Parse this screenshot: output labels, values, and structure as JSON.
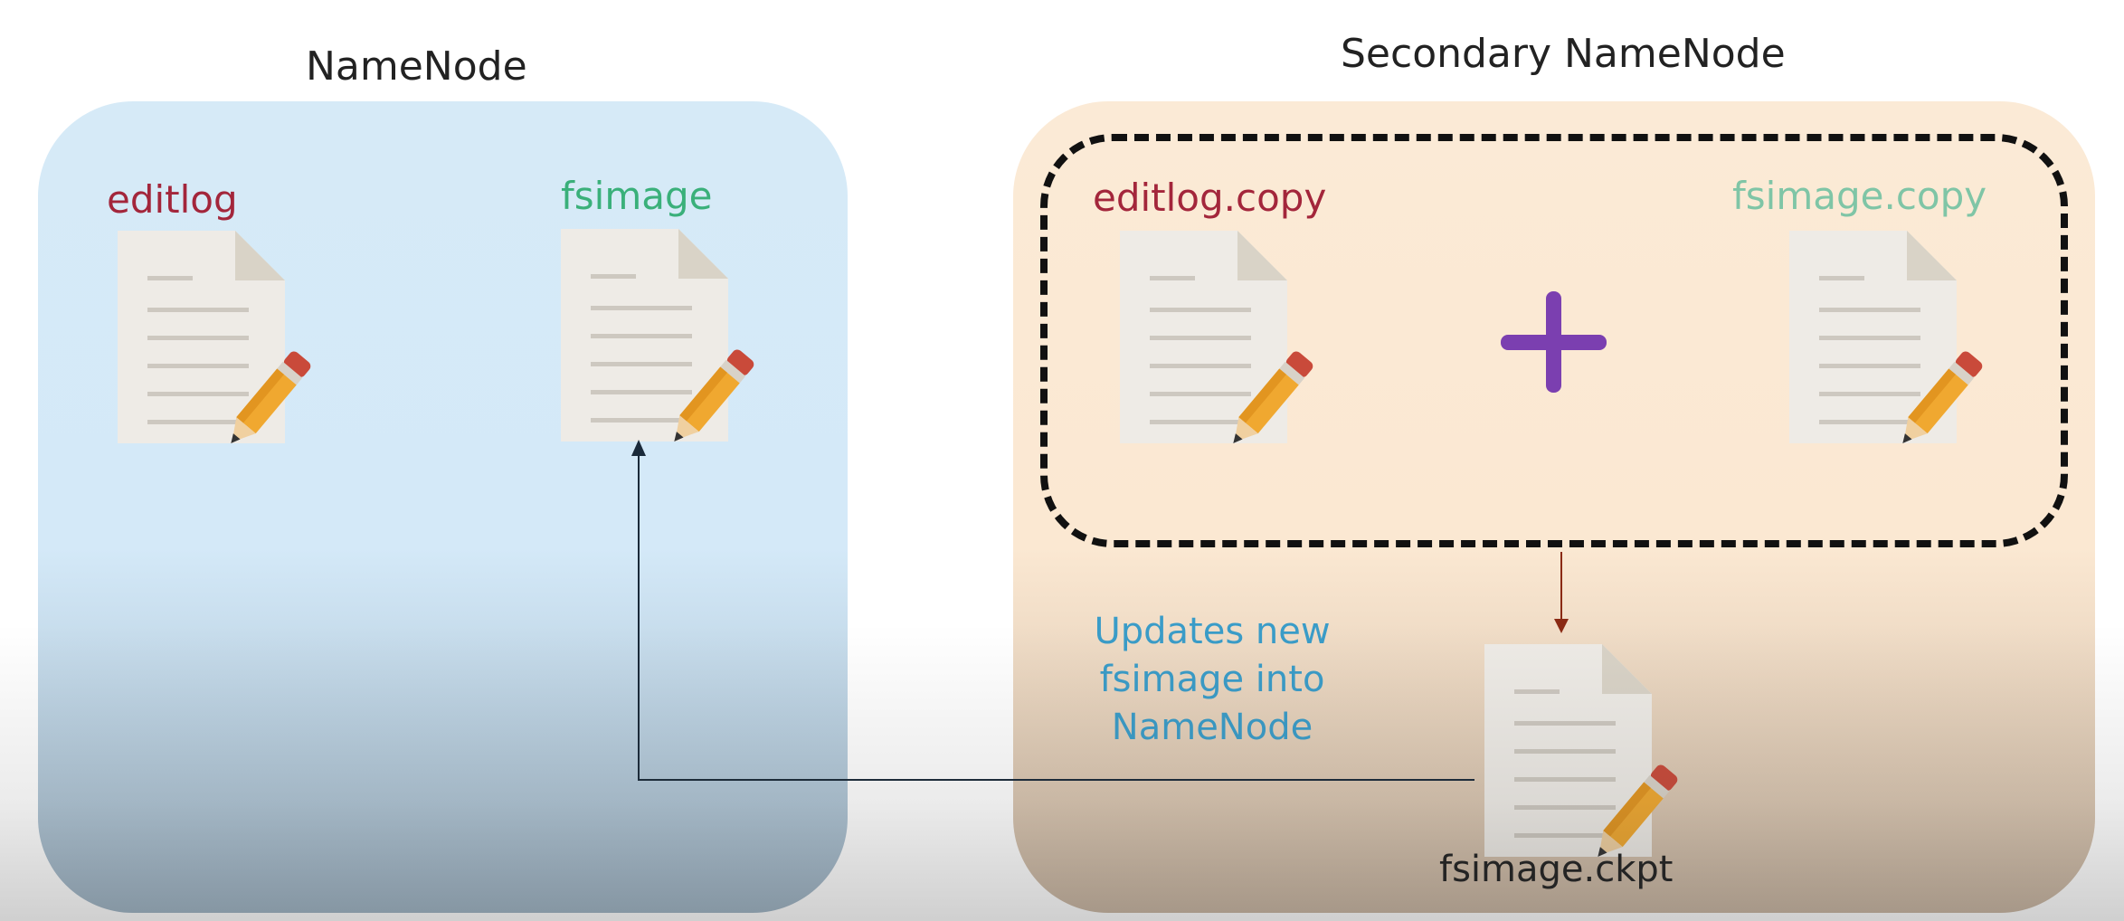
{
  "namenode": {
    "title": "NameNode",
    "editlog_label": "editlog",
    "fsimage_label": "fsimage"
  },
  "secondary": {
    "title": "Secondary NameNode",
    "editlog_copy_label": "editlog.copy",
    "fsimage_copy_label": "fsimage.copy",
    "checkpoint_label": "fsimage.ckpt",
    "update_note": "Updates new fsimage into NameNode"
  },
  "icons": {
    "document": "document-with-pencil-icon",
    "merge": "plus-icon"
  },
  "colors": {
    "editlog": "#a3263b",
    "fsimage": "#3ab07a",
    "fsimage_copy": "#7fc5a6",
    "note": "#3a9cc8",
    "plus": "#7b3fb0",
    "namenode_bg": "#d6eaf7",
    "secondary_bg": "#fbead6"
  }
}
